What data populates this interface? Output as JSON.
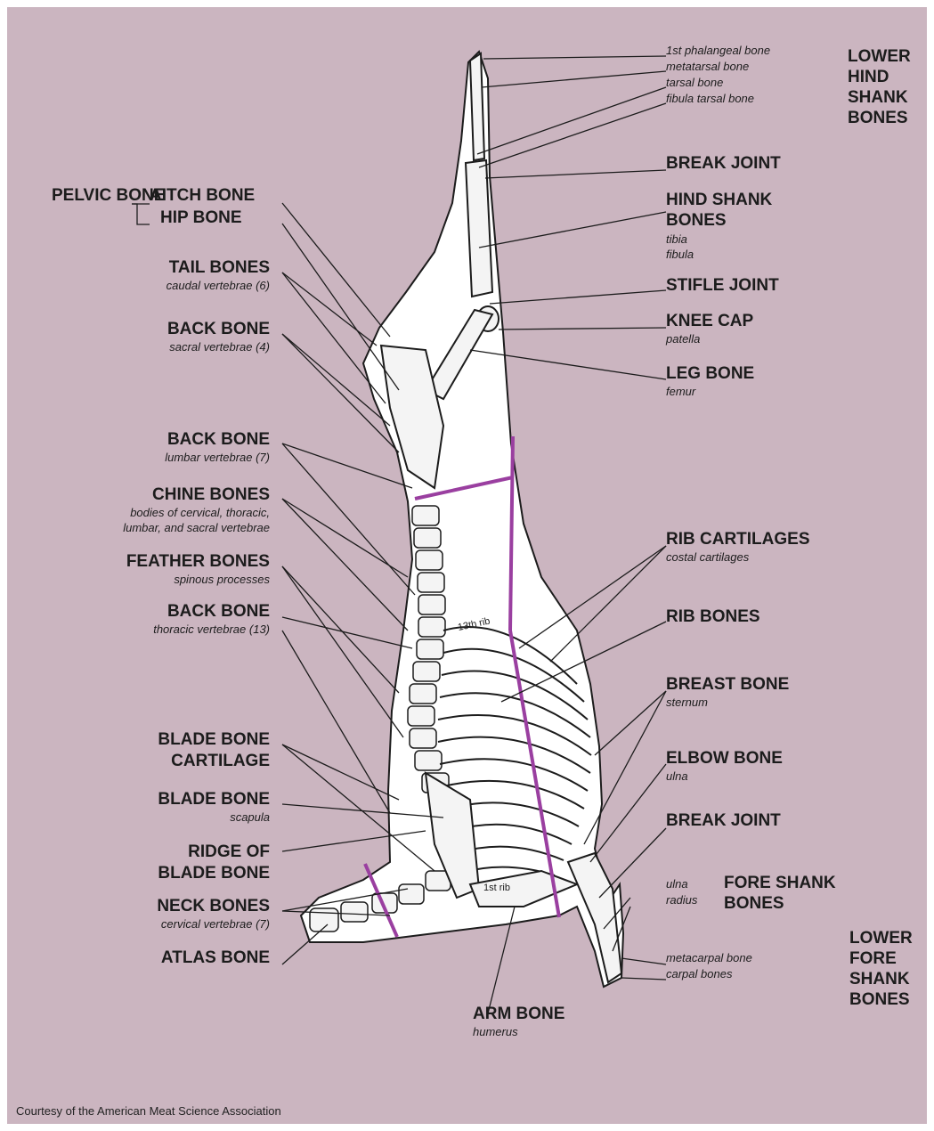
{
  "labels": {
    "pelvic_bone": "PELVIC BONE",
    "aitch_bone": "AITCH BONE",
    "hip_bone": "HIP BONE",
    "tail_bones": "TAIL BONES",
    "tail_bones_sub": "caudal vertebrae (6)",
    "back_bone_sacral": "BACK BONE",
    "back_bone_sacral_sub": "sacral vertebrae (4)",
    "back_bone_lumbar": "BACK BONE",
    "back_bone_lumbar_sub": "lumbar vertebrae (7)",
    "chine_bones": "CHINE BONES",
    "chine_bones_sub_1": "bodies of cervical, thoracic,",
    "chine_bones_sub_2": "lumbar, and sacral vertebrae",
    "feather_bones": "FEATHER BONES",
    "feather_bones_sub": "spinous processes",
    "back_bone_thoracic": "BACK BONE",
    "back_bone_thoracic_sub": "thoracic vertebrae (13)",
    "blade_bone_cartilage_1": "BLADE BONE",
    "blade_bone_cartilage_2": "CARTILAGE",
    "blade_bone": "BLADE BONE",
    "blade_bone_sub": "scapula",
    "ridge_1": "RIDGE OF",
    "ridge_2": "BLADE BONE",
    "neck_bones": "NECK BONES",
    "neck_bones_sub": "cervical vertebrae (7)",
    "atlas_bone": "ATLAS BONE",
    "phalangeal": "1st phalangeal bone",
    "metatarsal": "metatarsal bone",
    "tarsal": "tarsal bone",
    "fibula_tarsal": "fibula tarsal bone",
    "lower_hind_shank_1": "LOWER",
    "lower_hind_shank_2": "HIND",
    "lower_hind_shank_3": "SHANK",
    "lower_hind_shank_4": "BONES",
    "break_joint_hind": "BREAK JOINT",
    "hind_shank_bones_1": "HIND SHANK",
    "hind_shank_bones_2": "BONES",
    "hind_shank_sub_1": "tibia",
    "hind_shank_sub_2": "fibula",
    "stifle_joint": "STIFLE JOINT",
    "knee_cap": "KNEE CAP",
    "knee_cap_sub": "patella",
    "leg_bone": "LEG BONE",
    "leg_bone_sub": "femur",
    "rib_cartilages": "RIB CARTILAGES",
    "rib_cartilages_sub": "costal cartilages",
    "rib_bones": "RIB BONES",
    "breast_bone": "BREAST BONE",
    "breast_bone_sub": "sternum",
    "elbow_bone": "ELBOW BONE",
    "elbow_bone_sub": "ulna",
    "break_joint_fore": "BREAK JOINT",
    "fore_ulna": "ulna",
    "fore_radius": "radius",
    "fore_shank_1": "FORE SHANK",
    "fore_shank_2": "BONES",
    "lower_fore_shank_1": "LOWER",
    "lower_fore_shank_2": "FORE",
    "lower_fore_shank_3": "SHANK",
    "lower_fore_shank_4": "BONES",
    "metacarpal": "metacarpal bone",
    "carpal": "carpal bones",
    "arm_bone": "ARM BONE",
    "arm_bone_sub": "humerus",
    "rib_13": "13th rib",
    "rib_1": "1st rib"
  },
  "credit": "Courtesy of the American Meat Science Association",
  "colors": {
    "background": "#cbb5c0",
    "carcass": "#ffffff",
    "outline": "#1c1c1c",
    "cut_lines": "#9a3fa0"
  }
}
